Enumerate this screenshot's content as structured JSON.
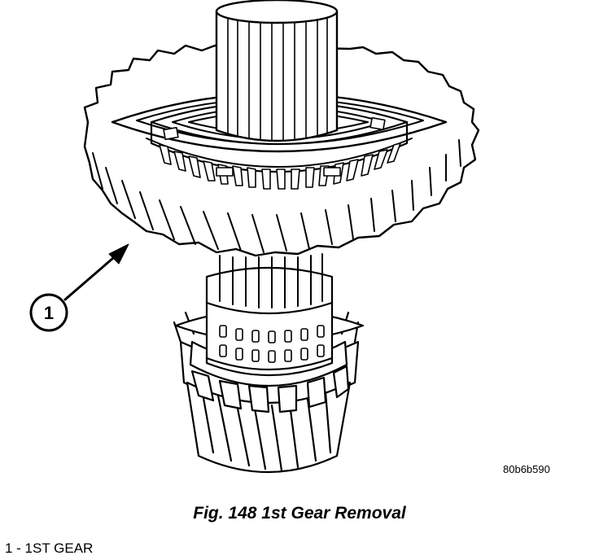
{
  "figure": {
    "callouts": [
      {
        "number": "1"
      }
    ],
    "illustration_code": "80b6b590",
    "caption": "Fig. 148 1st Gear Removal"
  },
  "legend": {
    "items": [
      {
        "text": "1 - 1ST GEAR"
      }
    ]
  }
}
